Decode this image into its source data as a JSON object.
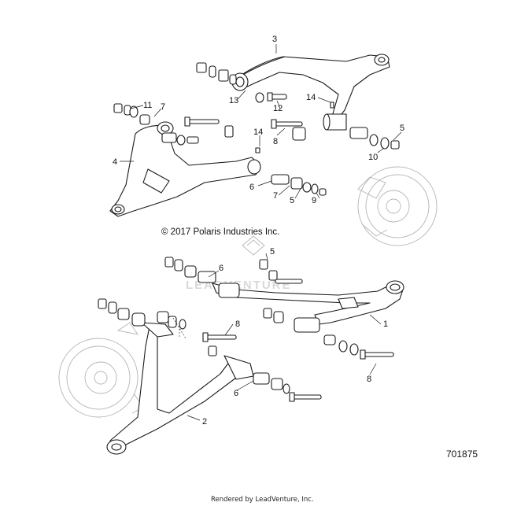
{
  "diagram": {
    "copyright": "© 2017 Polaris Industries Inc.",
    "part_number": "701875",
    "footer": "Rendered by LeadVenture, Inc.",
    "watermark": "LEADVENTURE",
    "callouts": {
      "c3": "3",
      "c13": "13",
      "c12": "12",
      "c14a": "14",
      "c11": "11",
      "c7a": "7",
      "c4": "4",
      "c14b": "14",
      "c8a": "8",
      "c5a": "5",
      "c10": "10",
      "c6a": "6",
      "c7b": "7",
      "c5b": "5",
      "c9": "9",
      "c5c": "5",
      "c6b": "6",
      "c1": "1",
      "c8b": "8",
      "c8c": "8",
      "c6c": "6",
      "c2": "2"
    }
  }
}
